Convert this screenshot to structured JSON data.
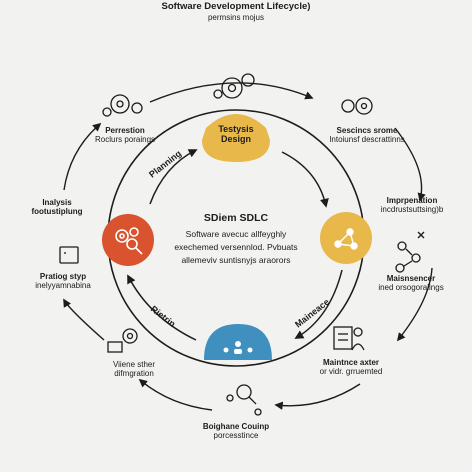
{
  "title": "Software Development Lifecycle)",
  "subtitle": "permsins mojus",
  "center": {
    "title": "SDiem SDLC",
    "lines": [
      "Software avecuc allfeyghly",
      "exechemed versennlod. Pvbuats",
      "allemeviv suntisnyjs araorors"
    ]
  },
  "nodes": {
    "top": {
      "line1": "Testysis",
      "line2": "Design",
      "color": "#e8b84a"
    },
    "right": {
      "color": "#e8b84a"
    },
    "bottom": {
      "color": "#3f8fbf"
    },
    "left": {
      "color": "#d9542e"
    }
  },
  "arc_labels": {
    "planning": "Planning",
    "maineace": "Maineace",
    "rietrin": "Rietrin"
  },
  "labels": {
    "top_left": {
      "line1": "Perrestion",
      "line2": "Roclurs poraings"
    },
    "top_right": {
      "line1": "Sescincs srome",
      "line2": "Intoiunsf descrattinns"
    },
    "left_upper": {
      "line1": "Inalysis",
      "line2": "footustiplung"
    },
    "left_lower": {
      "line1": "Pratiog styp",
      "line2": "inelyyamnabina"
    },
    "right_upper": {
      "line1": "Imprpenation",
      "line2": "incdrustsuttsing)b"
    },
    "right_lower": {
      "line1": "Maisnsencer",
      "line2": "ined orsogoralings"
    },
    "bottom_left": {
      "line1": "Viiene sther",
      "line2": "difmgration"
    },
    "bottom_right": {
      "line1": "Maintnce axter",
      "line2": "or vidr. grruemted"
    },
    "bottom": {
      "line1": "Boighane Couinp",
      "line2": "porcesstince"
    }
  }
}
